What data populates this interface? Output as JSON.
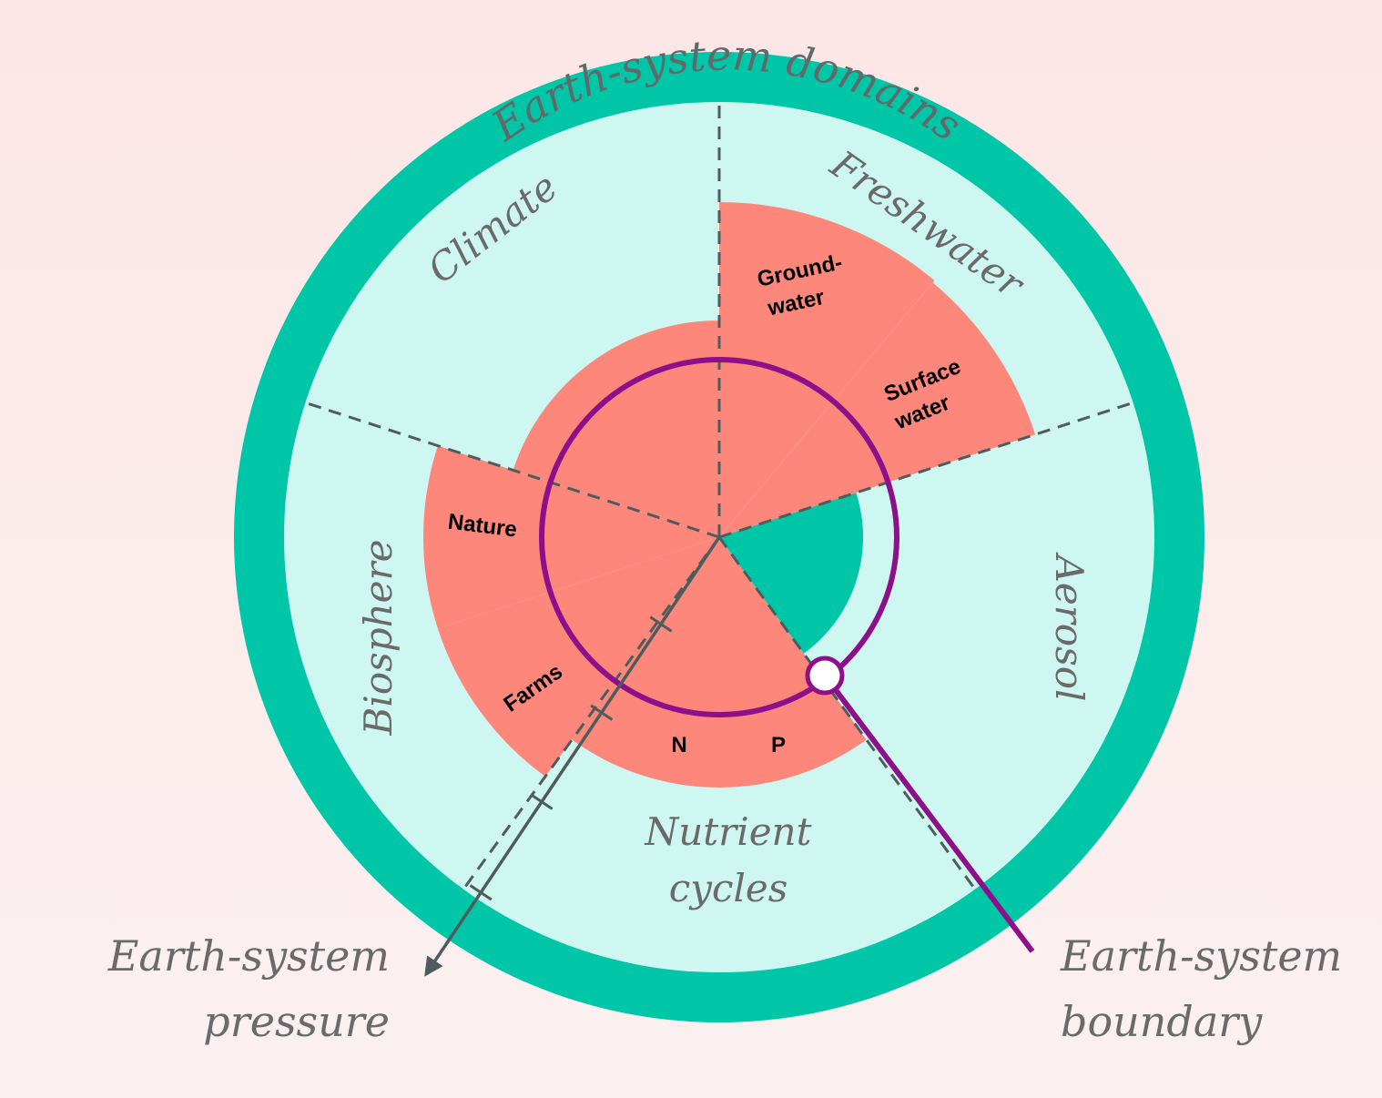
{
  "title": "Earth-system domains",
  "domains": {
    "climate": "Climate",
    "freshwater": "Freshwater",
    "aerosol": "Aerosol",
    "nutrient_line1": "Nutrient",
    "nutrient_line2": "cycles",
    "biosphere": "Biosphere"
  },
  "sub_labels": {
    "groundwater_line1": "Ground-",
    "groundwater_line2": "water",
    "surface_line1": "Surface",
    "surface_line2": "water",
    "nature": "Nature",
    "farms": "Farms",
    "nitrogen": "N",
    "phosphorus": "P"
  },
  "legend": {
    "pressure_line1": "Earth-system",
    "pressure_line2": "pressure",
    "boundary_line1": "Earth-system",
    "boundary_line2": "boundary"
  },
  "colors": {
    "outer_ring": "#00c6a8",
    "inner_field": "#cef7f1",
    "pressure": "#fd877b",
    "aerosol_pressure": "#00c6a8",
    "boundary": "#8e0f8a",
    "dashes": "#4f5c5e",
    "axis": "#4f5c5e"
  }
}
